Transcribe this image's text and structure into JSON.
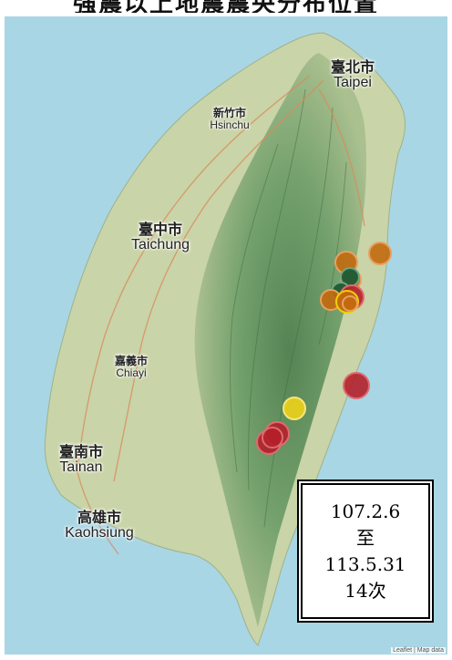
{
  "title": "強震以上地震震央分布位置",
  "cities": [
    {
      "id": "taipei",
      "zh": "臺北市",
      "en": "Taipei"
    },
    {
      "id": "hsinchu",
      "zh": "新竹市",
      "en": "Hsinchu"
    },
    {
      "id": "taichung",
      "zh": "臺中市",
      "en": "Taichung"
    },
    {
      "id": "chiayi",
      "zh": "嘉義市",
      "en": "Chiayi"
    },
    {
      "id": "tainan",
      "zh": "臺南市",
      "en": "Tainan"
    },
    {
      "id": "kaohsiung",
      "zh": "高雄市",
      "en": "Kaohsiung"
    }
  ],
  "infobox": {
    "line1": "107.2.6",
    "line2": "至",
    "line3": "113.5.31",
    "line4": "14次"
  },
  "attribution": "Leaflet | Map data",
  "colors": {
    "sea": "#a9d6e4",
    "land": "#c9d4a8",
    "mountain": "#6f9e6a",
    "epicenter_orange": "#c26a0e",
    "epicenter_green": "#1d5b36",
    "epicenter_red": "#b3202a",
    "epicenter_yellow": "#e7cf1c"
  },
  "epicenter_colors": [
    "orange",
    "orange",
    "orange",
    "green",
    "green",
    "orange",
    "red",
    "orange",
    "orange",
    "red",
    "yellow",
    "red",
    "red",
    "red"
  ]
}
